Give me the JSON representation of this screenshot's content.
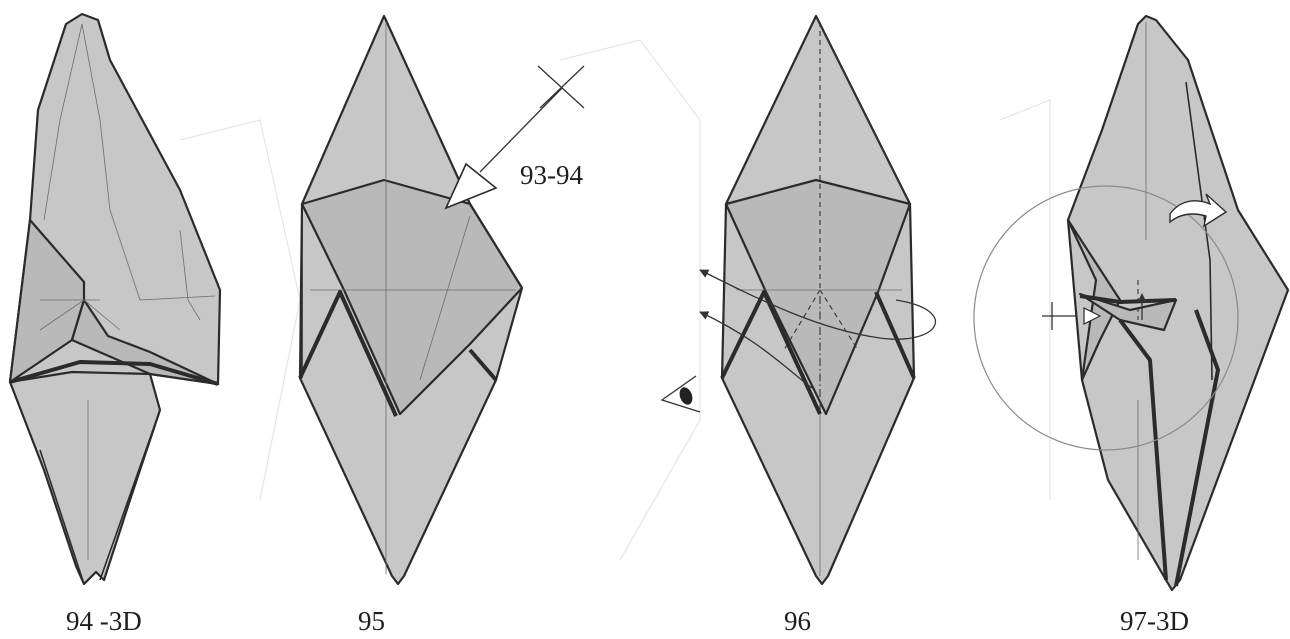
{
  "steps": [
    {
      "label": "94 -3D"
    },
    {
      "label": "95"
    },
    {
      "label": "96"
    },
    {
      "label": "97-3D"
    }
  ],
  "annotations": {
    "reference_label": "93-94"
  },
  "colors": {
    "paper": "#c7c7c7",
    "line": "#2b2b2b",
    "background": "#ffffff"
  },
  "icons": [
    "repeat-arrow-icon",
    "view-eye-icon",
    "zoom-circle-icon",
    "push-arrow-icon"
  ]
}
